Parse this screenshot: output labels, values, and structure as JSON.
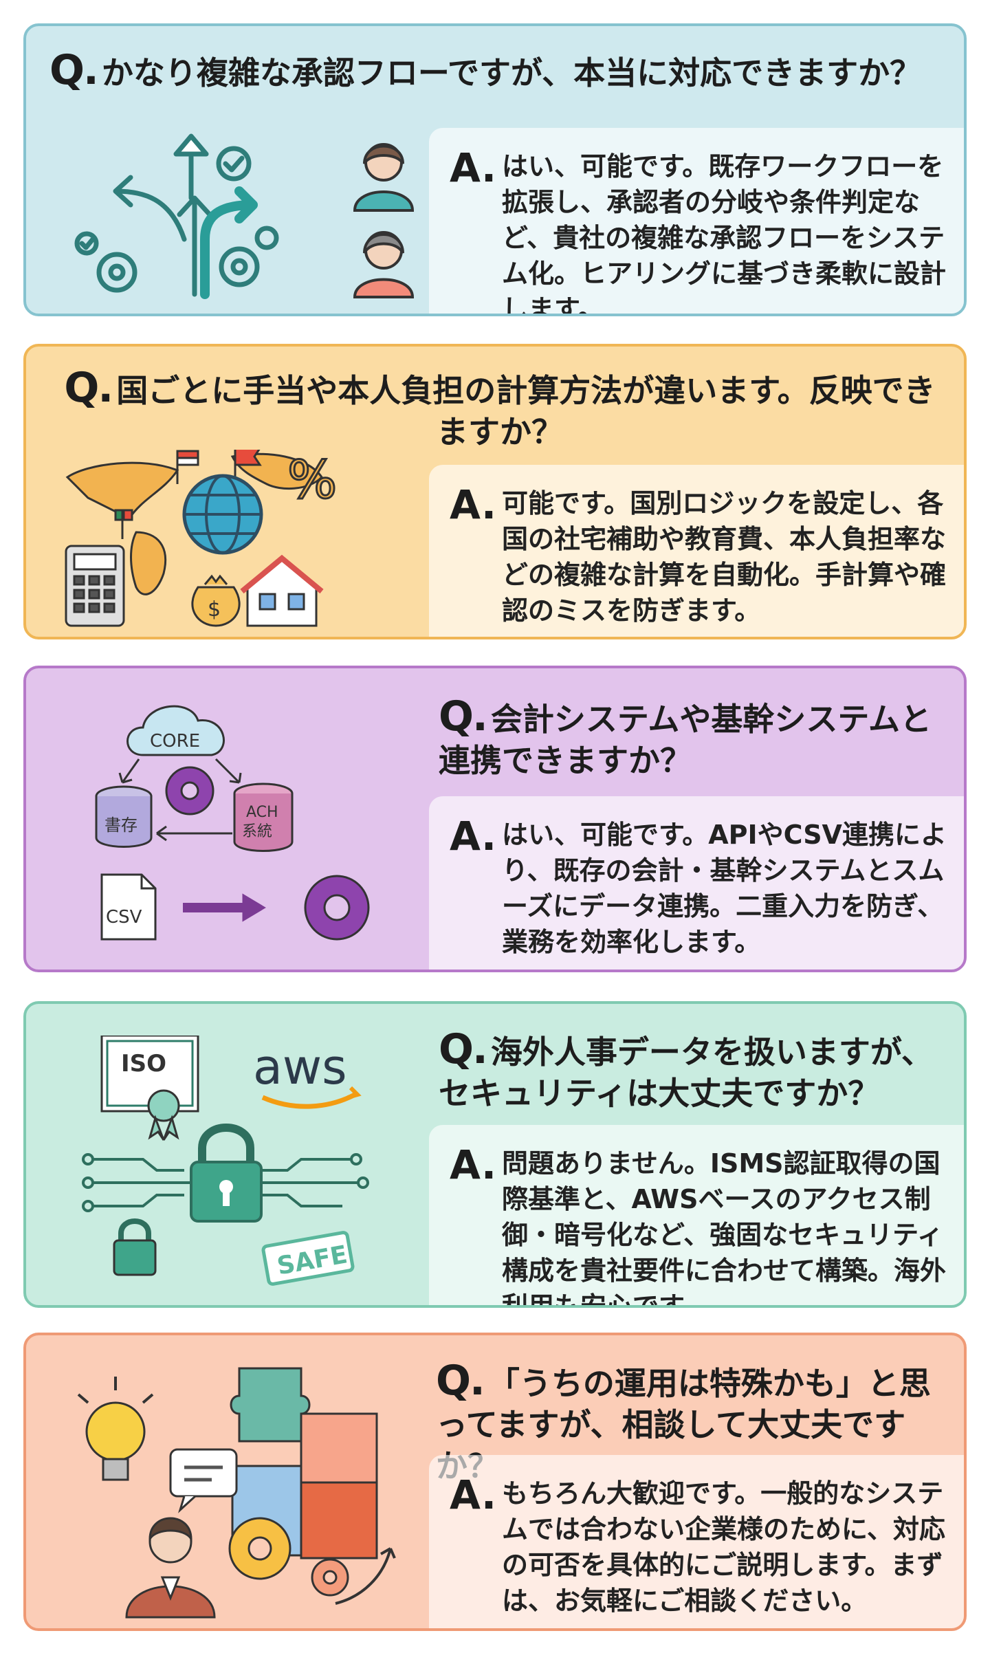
{
  "faq": [
    {
      "q_mark": "Q.",
      "question": "かなり複雑な承認フローですが、本当に対応できますか？",
      "a_mark": "A.",
      "answer": "はい、可能です。既存ワークフローを拡張し、承認者の分岐や条件判定など、貴社の複雑な承認フローをシステム化。ヒアリングに基づき柔軟に設計します。",
      "bg": "#cfe9ee",
      "border": "#86c3cf"
    },
    {
      "q_mark": "Q.",
      "question": "国ごとに手当や本人負担の計算方法が違います。反映できますか？",
      "a_mark": "A.",
      "answer": "可能です。国別ロジックを設定し、各国の社宅補助や教育費、本人負担率などの複雑な計算を自動化。手計算や確認のミスを防ぎます。",
      "bg": "#fbdca3",
      "border": "#f0b655"
    },
    {
      "q_mark": "Q.",
      "question": "会計システムや基幹システムと連携できますか？",
      "a_mark": "A.",
      "answer": "はい、可能です。APIやCSV連携により、既存の会計・基幹システムとスムーズにデータ連携。二重入力を防ぎ、業務を効率化します。",
      "bg": "#e2c4ec",
      "border": "#b679c9",
      "icons": {
        "cloud": "CORE",
        "db_left": "書存",
        "db_right_1": "ACH",
        "db_right_2": "系統",
        "file": "CSV"
      }
    },
    {
      "q_mark": "Q.",
      "question": "海外人事データを扱いますが、セキュリティは大丈夫ですか？",
      "a_mark": "A.",
      "answer": "問題ありません。ISMS認証取得の国際基準と、AWSベースのアクセス制御・暗号化など、強固なセキュリティ構成を貴社要件に合わせて構築。海外利用も安心です。",
      "bg": "#c9ece0",
      "border": "#7fcab1",
      "icons": {
        "cert": "ISO",
        "cloud_brand": "aws",
        "stamp": "SAFE"
      }
    },
    {
      "q_mark": "Q.",
      "question": "「うちの運用は特殊かも」と思ってますが、相談して大丈夫ですか？",
      "a_mark": "A.",
      "answer": "もちろん大歓迎です。一般的なシステムでは合わない企業様のために、対応の可否を具体的にご説明します。まずは、お気軽にご相談ください。",
      "bg": "#fbcdb7",
      "border": "#ef9a75"
    }
  ],
  "icon_names": [
    "workflow-arrows-icon",
    "approver-avatar-icon",
    "world-map-icon",
    "globe-icon",
    "percent-icon",
    "calculator-icon",
    "money-bag-icon",
    "house-icon",
    "cloud-core-icon",
    "database-icon",
    "gear-icon",
    "csv-file-icon",
    "certificate-icon",
    "aws-logo",
    "padlock-icon",
    "lightbulb-icon",
    "puzzle-icon",
    "chat-bubble-icon",
    "consultant-icon"
  ]
}
